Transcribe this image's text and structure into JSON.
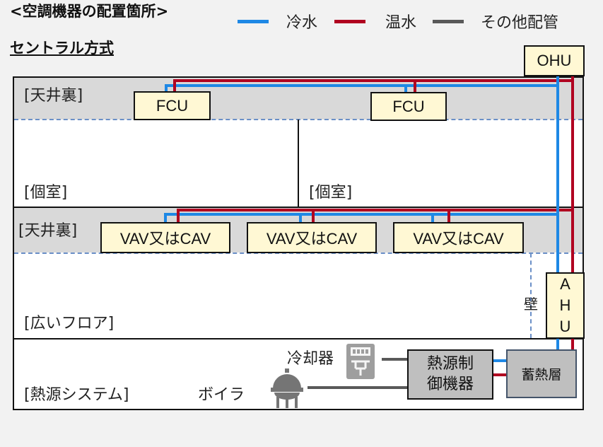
{
  "header": {
    "title": "<空調機器の配置箇所>",
    "subtitle": "セントラル方式"
  },
  "legend": {
    "items": [
      {
        "label": "冷水",
        "color": "#1e88e5"
      },
      {
        "label": "温水",
        "color": "#b00020"
      },
      {
        "label": "その他配管",
        "color": "#595959"
      }
    ]
  },
  "zones": {
    "ceiling_upper": "[天井裏]",
    "room_left": "[個室]",
    "room_right": "[個室]",
    "ceiling_lower": "[天井裏]",
    "wide_floor": "[広いフロア]",
    "heat_system": "[熱源システム]",
    "wall": "壁"
  },
  "units": {
    "ohu": "OHU",
    "fcu_left": "FCU",
    "fcu_right": "FCU",
    "vav_1": "VAV又はCAV",
    "vav_2": "VAV又はCAV",
    "vav_3": "VAV又はCAV",
    "ahu_letters": [
      "A",
      "H",
      "U"
    ]
  },
  "heat_source": {
    "chiller": "冷却器",
    "boiler": "ボイラ",
    "control_line1": "熱源制",
    "control_line2": "御機器",
    "storage": "蓄熱層"
  },
  "icons": {
    "chiller": "chiller-icon",
    "boiler": "boiler-icon"
  }
}
